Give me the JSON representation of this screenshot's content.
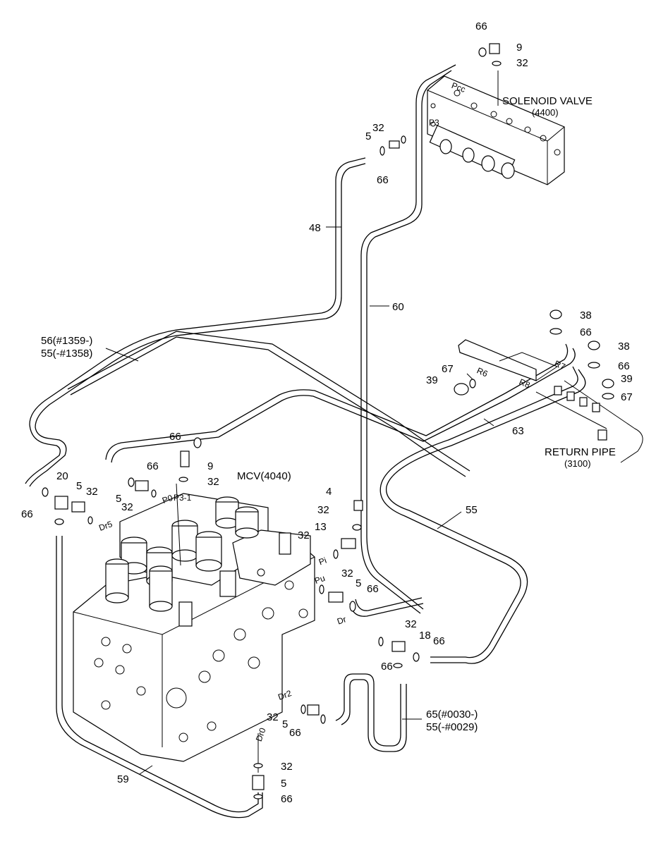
{
  "components": {
    "solenoid_valve": {
      "name": "SOLENOID VALVE",
      "code": "(4400)"
    },
    "mcv": {
      "name": "MCV(4040)"
    },
    "return_pipe": {
      "name": "RETURN PIPE",
      "code": "(3100)"
    }
  },
  "callouts": {
    "c66_top": "66",
    "c9_top": "9",
    "c32_top": "32",
    "c32_b": "32",
    "c5_b": "5",
    "c66_b": "66",
    "c48": "48",
    "c60": "60",
    "c56": "56(#1359-)",
    "c55a": "55(-#1358)",
    "c38a": "38",
    "c66_r1": "66",
    "c38b": "38",
    "c66_r2": "66",
    "c67a": "67",
    "c39a": "39",
    "c39b": "39",
    "c67b": "67",
    "c63": "63",
    "c66_m": "66",
    "c9_m": "9",
    "c32_m": "32",
    "c66_l1": "66",
    "c5_l": "5",
    "c32_l1": "32",
    "c20": "20",
    "c66_l2": "66",
    "c5_l2": "5",
    "c32_l2": "32",
    "c4": "4",
    "c32_r": "32",
    "c13": "13",
    "c32_r2": "32",
    "c55b": "55",
    "c32_p": "32",
    "c5_p": "5",
    "c66_p": "66",
    "c32_q": "32",
    "c18": "18",
    "c66_q": "66",
    "c66_q2": "66",
    "c65": "65(#0030-)",
    "c55c": "55(-#0029)",
    "c32_s": "32",
    "c5_s": "5",
    "c66_s": "66",
    "c32_t": "32",
    "c5_t": "5",
    "c66_t": "66",
    "c59": "59"
  },
  "port_marks": {
    "p_pc": "Pcc",
    "p_p3": "P3",
    "p_p3b": "P3-1",
    "p_p0": "P0",
    "p_dr5": "Dr5",
    "p_pi": "Pi",
    "p_pu": "Pu",
    "p_dr": "Dr",
    "p_dr2": "Dr2",
    "p_dr0": "Dr0",
    "p_r6": "R6",
    "p_r7": "R7",
    "p_r8": "R8"
  }
}
